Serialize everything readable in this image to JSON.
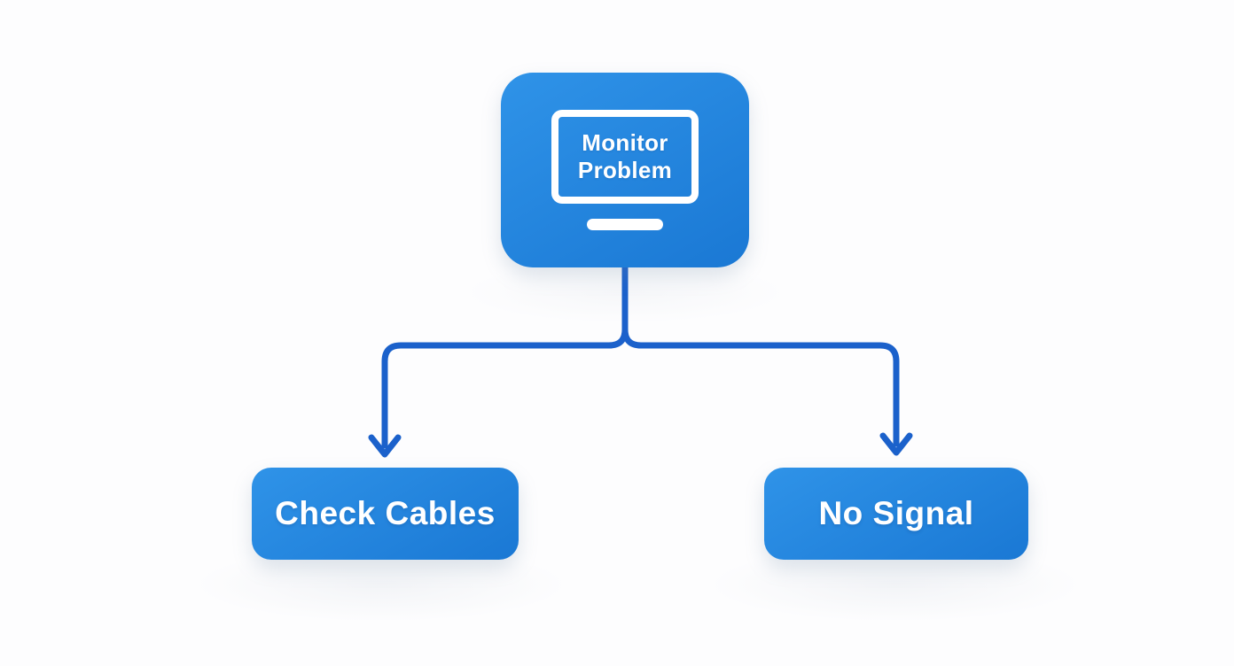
{
  "diagram": {
    "type": "flowchart",
    "root": {
      "label": "Monitor Problem",
      "icon": "monitor-icon"
    },
    "children": [
      {
        "label": "Check Cables"
      },
      {
        "label": "No Signal"
      }
    ],
    "edges": [
      {
        "from": "Monitor Problem",
        "to": "Check Cables",
        "arrow": "down"
      },
      {
        "from": "Monitor Problem",
        "to": "No Signal",
        "arrow": "down"
      }
    ],
    "colors": {
      "node_fill_start": "#2f93e8",
      "node_fill_end": "#1a78d4",
      "connector": "#1b61cb",
      "label": "#ffffff"
    }
  }
}
